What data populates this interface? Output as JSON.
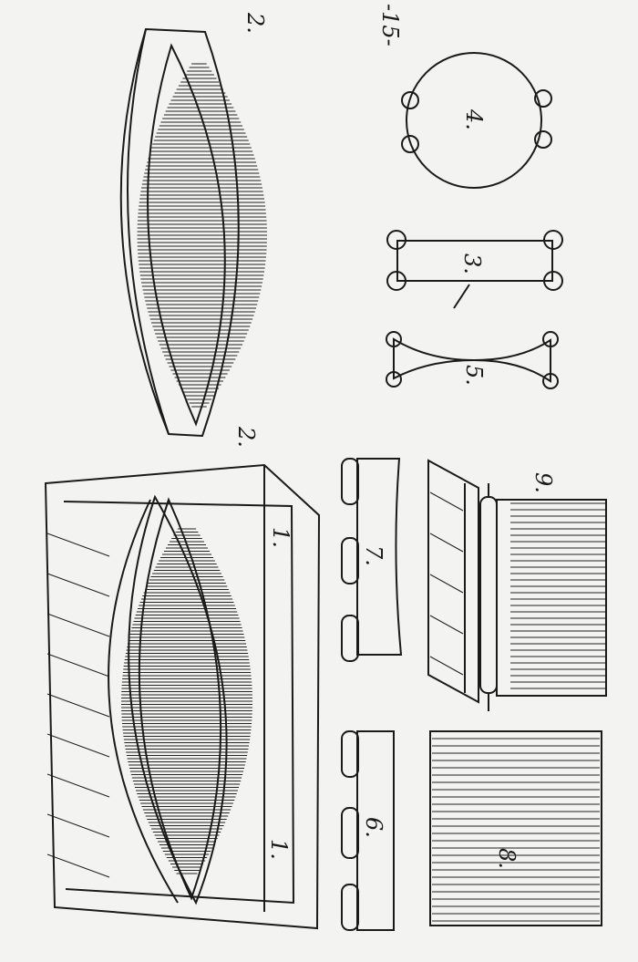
{
  "page_number": "-15-",
  "figures": {
    "fig2_top": "2.",
    "fig2_bottom": "2.",
    "fig1_a": "1.",
    "fig1_b": "1.",
    "fig3": "3.",
    "fig4": "4.",
    "fig5": "5.",
    "fig6": "6.",
    "fig7": "7.",
    "fig8": "8.",
    "fig9": "9."
  },
  "colors": {
    "ink": "#1a1a1a",
    "paper": "#f3f3f1"
  }
}
